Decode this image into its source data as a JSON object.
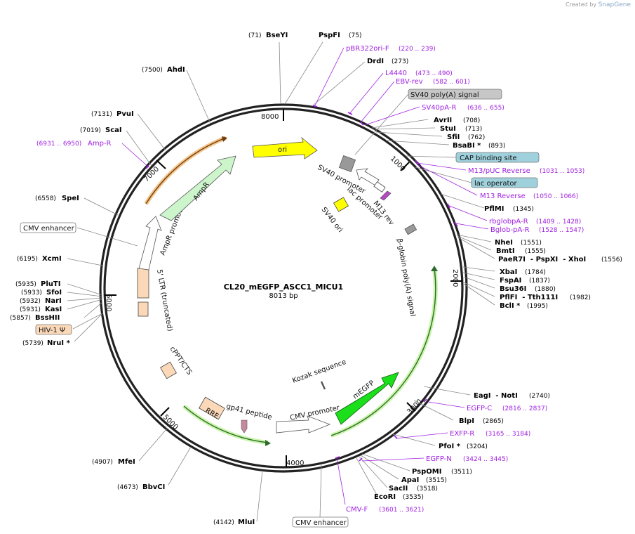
{
  "credit": {
    "prefix": "Created by",
    "brand": "SnapGene"
  },
  "plasmid": {
    "name": "CL20_mEGFP_ASCC1_MICU1",
    "size_label": "8013 bp"
  },
  "ticks": [
    "8000",
    "1000",
    "2000",
    "3000",
    "4000",
    "5000",
    "6000",
    "7000"
  ],
  "sites": [
    {
      "id": "BseYI",
      "name": "BseYI",
      "pos": "(71)"
    },
    {
      "id": "PspFI",
      "name": "PspFI",
      "pos": "(75)"
    },
    {
      "id": "DrdI",
      "name": "DrdI",
      "pos": "(273)"
    },
    {
      "id": "AvrII",
      "name": "AvrII",
      "pos": "(708)"
    },
    {
      "id": "StuI",
      "name": "StuI",
      "pos": "(713)"
    },
    {
      "id": "SfiI",
      "name": "SfiI",
      "pos": "(762)"
    },
    {
      "id": "BsaBI",
      "name": "BsaBI *",
      "pos": "(893)"
    },
    {
      "id": "PflMI",
      "name": "PflMI",
      "pos": "(1345)"
    },
    {
      "id": "NheI",
      "name": "NheI",
      "pos": "(1551)"
    },
    {
      "id": "BmtI",
      "name": "BmtI",
      "pos": "(1555)"
    },
    {
      "id": "PaeR7I",
      "name": "PaeR7I  - PspXI  - XhoI",
      "pos": "(1556)"
    },
    {
      "id": "XbaI",
      "name": "XbaI",
      "pos": "(1784)"
    },
    {
      "id": "FspAI",
      "name": "FspAI",
      "pos": "(1837)"
    },
    {
      "id": "Bsu36I",
      "name": "Bsu36I",
      "pos": "(1880)"
    },
    {
      "id": "PflFI",
      "name": "PflFI  - Tth111I",
      "pos": "(1982)"
    },
    {
      "id": "BclI",
      "name": "BclI *",
      "pos": "(1995)"
    },
    {
      "id": "EagI",
      "name": "EagI  - NotI",
      "pos": "(2740)"
    },
    {
      "id": "BlpI",
      "name": "BlpI",
      "pos": "(2865)"
    },
    {
      "id": "PfoI",
      "name": "PfoI *",
      "pos": "(3204)"
    },
    {
      "id": "PspOMI",
      "name": "PspOMI",
      "pos": "(3511)"
    },
    {
      "id": "ApaI",
      "name": "ApaI",
      "pos": "(3515)"
    },
    {
      "id": "SacII",
      "name": "SacII",
      "pos": "(3518)"
    },
    {
      "id": "EcoRI",
      "name": "EcoRI",
      "pos": "(3535)"
    },
    {
      "id": "MluI",
      "name": "MluI",
      "pos": "(4142)"
    },
    {
      "id": "BbvCI",
      "name": "BbvCI",
      "pos": "(4673)"
    },
    {
      "id": "MfeI",
      "name": "MfeI",
      "pos": "(4907)"
    },
    {
      "id": "NruI",
      "name": "NruI *",
      "pos": "(5739)"
    },
    {
      "id": "BssHII",
      "name": "BssHII",
      "pos": "(5857)"
    },
    {
      "id": "KasI",
      "name": "KasI",
      "pos": "(5931)"
    },
    {
      "id": "NarI",
      "name": "NarI",
      "pos": "(5932)"
    },
    {
      "id": "SfoI",
      "name": "SfoI",
      "pos": "(5933)"
    },
    {
      "id": "PluTI",
      "name": "PluTI",
      "pos": "(5935)"
    },
    {
      "id": "XcmI",
      "name": "XcmI",
      "pos": "(6195)"
    },
    {
      "id": "SpeI",
      "name": "SpeI",
      "pos": "(6558)"
    },
    {
      "id": "ScaI",
      "name": "ScaI",
      "pos": "(7019)"
    },
    {
      "id": "PvuI",
      "name": "PvuI",
      "pos": "(7131)"
    },
    {
      "id": "AhdI",
      "name": "AhdI",
      "pos": "(7500)"
    }
  ],
  "primers": [
    {
      "id": "pBR322oriF",
      "name": "pBR322ori-F",
      "range": "(220 .. 239)"
    },
    {
      "id": "L4440",
      "name": "L4440",
      "range": "(473 .. 490)"
    },
    {
      "id": "EBVrev",
      "name": "EBV-rev",
      "range": "(582 .. 601)"
    },
    {
      "id": "SV40pAR",
      "name": "SV40pA-R",
      "range": "(636 .. 655)"
    },
    {
      "id": "M13pUCRev",
      "name": "M13/pUC Reverse",
      "range": "(1031 .. 1053)"
    },
    {
      "id": "M13Rev",
      "name": "M13 Reverse",
      "range": "(1050 .. 1066)"
    },
    {
      "id": "rbglobpAR",
      "name": "rbglobpA-R",
      "range": "(1409 .. 1428)"
    },
    {
      "id": "BglobpAR",
      "name": "Bglob-pA-R",
      "range": "(1528 .. 1547)"
    },
    {
      "id": "EGFPC",
      "name": "EGFP-C",
      "range": "(2816 .. 2837)"
    },
    {
      "id": "EXFPR",
      "name": "EXFP-R",
      "range": "(3165 .. 3184)"
    },
    {
      "id": "EGFPN",
      "name": "EGFP-N",
      "range": "(3424 .. 3445)"
    },
    {
      "id": "CMVF",
      "name": "CMV-F",
      "range": "(3601 .. 3621)"
    },
    {
      "id": "AmpR",
      "name": "Amp-R",
      "range": "(6931 .. 6950)"
    }
  ],
  "boxed_features": [
    {
      "id": "sv40polyA",
      "label": "SV40 poly(A) signal",
      "fill": "#c7c7c7"
    },
    {
      "id": "capBinding",
      "label": "CAP binding site",
      "fill": "#9fd1dd"
    },
    {
      "id": "lacOperator",
      "label": "lac operator",
      "fill": "#9fd1dd"
    },
    {
      "id": "cmvEnhancerLeft",
      "label": "CMV enhancer",
      "fill": "#ffffff"
    },
    {
      "id": "hiv1psi",
      "label": "HIV-1 Ψ",
      "fill": "#fbd9b8"
    },
    {
      "id": "cmvEnhancerBottom",
      "label": "CMV enhancer",
      "fill": "#ffffff"
    }
  ],
  "features": {
    "ori": "ori",
    "sv40_promoter": "SV40 promoter",
    "lac_promoter": "lac promoter",
    "m13_rev": "M13 rev",
    "sv40_ori": "SV40 ori",
    "beta_globin": "β-globin poly(A) signal",
    "ampr": "AmpR",
    "ampr_promoter": "AmpR promoter",
    "ltr": "5' LTR (truncated)",
    "cppt": "cPPT/CTS",
    "rre": "RRE",
    "gp41": "gp41 peptide",
    "cmv_promoter": "CMV promoter",
    "kozak": "Kozak sequence",
    "megfp": "mEGFP"
  },
  "colors": {
    "backbone": "#222222",
    "ori": "#ffff00",
    "ampr": "#ccf5cc",
    "megfp": "#1adf1a",
    "ltr_peach": "#fbd9b8",
    "primer": "#a020e0",
    "promoter": "#ffffff",
    "grey_feature": "#9a9a9a"
  }
}
